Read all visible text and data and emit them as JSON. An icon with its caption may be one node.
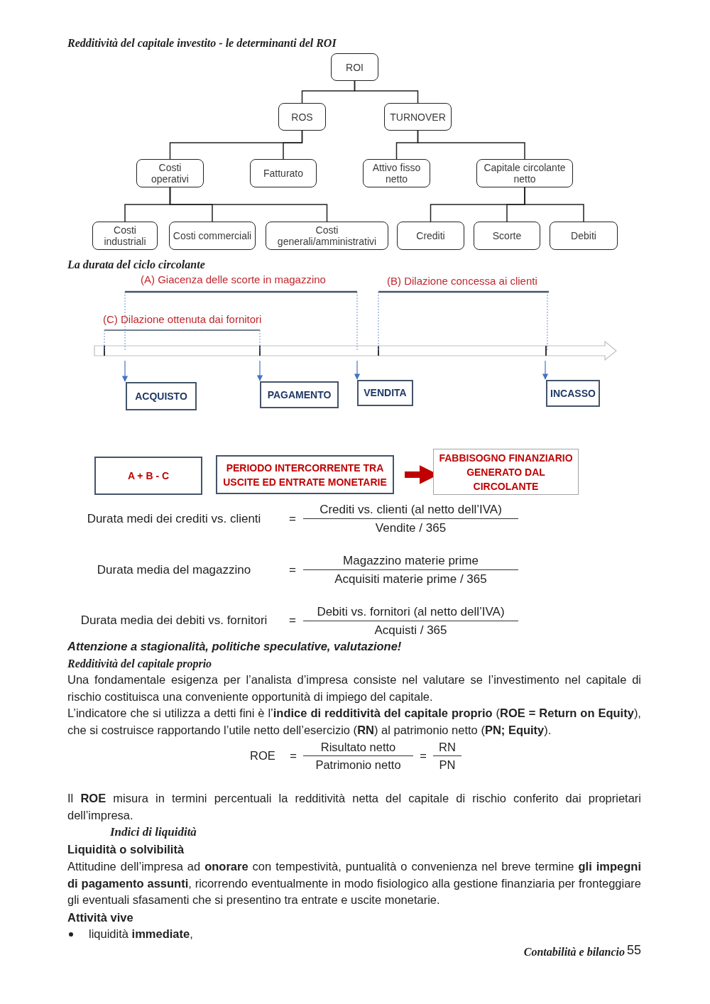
{
  "diagram": {
    "title": "Redditività del capitale investito - le determinanti del ROI",
    "nodes": [
      {
        "text": [
          "ROI"
        ]
      },
      {
        "text": [
          "ROS"
        ]
      },
      {
        "text": [
          "TURNOVER"
        ]
      },
      {
        "text": [
          "Costi operativi"
        ]
      },
      {
        "text": [
          "Fatturato"
        ]
      },
      {
        "text": [
          "Attivo fisso netto"
        ]
      },
      {
        "text": [
          "Capitale circolante netto"
        ]
      },
      {
        "text": [
          "Costi industriali"
        ]
      },
      {
        "text": [
          "Costi commerciali"
        ]
      },
      {
        "text": [
          "Costi generali/amministrativi"
        ]
      },
      {
        "text": [
          "Crediti"
        ]
      },
      {
        "text": [
          "Scorte"
        ]
      },
      {
        "text": [
          "Debiti"
        ]
      },
      {
        "text": [
          "ACQUISTO"
        ]
      },
      {
        "text": [
          "PAGAMENTO"
        ]
      },
      {
        "text": [
          "VENDITA"
        ]
      },
      {
        "text": [
          "INCASSO"
        ]
      },
      {
        "text": [
          "A + B - C"
        ]
      },
      {
        "text": [
          "PERIODO INTERCORRENTE TRA USCITE ED ENTRATE MONETARIE"
        ]
      },
      {
        "text": [
          "FABBISOGNO FINANZIARIO GENERATO DAL CIRCOLANTE"
        ]
      }
    ],
    "edges": [
      {
        "from": 0,
        "to": 1,
        "arrow": "none"
      },
      {
        "from": 0,
        "to": 2,
        "arrow": "none"
      },
      {
        "from": 1,
        "to": 3,
        "arrow": "none"
      },
      {
        "from": 1,
        "to": 4,
        "arrow": "none"
      },
      {
        "from": 2,
        "to": 5,
        "arrow": "none"
      },
      {
        "from": 2,
        "to": 6,
        "arrow": "none"
      },
      {
        "from": 3,
        "to": 7,
        "arrow": "none"
      },
      {
        "from": 3,
        "to": 8,
        "arrow": "none"
      },
      {
        "from": 3,
        "to": 9,
        "arrow": "none"
      },
      {
        "from": 6,
        "to": 10,
        "arrow": "none"
      },
      {
        "from": 6,
        "to": 11,
        "arrow": "none"
      },
      {
        "from": 6,
        "to": 12,
        "arrow": "none"
      },
      {
        "from": null,
        "to": 13,
        "arrow": "to",
        "color": "#4472c4"
      },
      {
        "from": null,
        "to": 14,
        "arrow": "to",
        "color": "#4472c4"
      },
      {
        "from": null,
        "to": 15,
        "arrow": "to",
        "color": "#4472c4"
      },
      {
        "from": null,
        "to": 16,
        "arrow": "to",
        "color": "#4472c4"
      },
      {
        "from": 18,
        "to": 19,
        "arrow": "to",
        "style": "thick",
        "color": "#c00000"
      }
    ],
    "labels": [
      "La durata del ciclo circolante",
      "(A) Giacenza delle scorte in magazzino",
      "(B) Dilazione concessa ai clienti",
      "(C) Dilazione ottenuta dai fornitori",
      "Durata medi dei crediti vs. clienti",
      "=",
      "Crediti vs. clienti (al netto dell’IVA)",
      "Vendite / 365",
      "Durata media del magazzino",
      "=",
      "Magazzino materie prime",
      "Acquisiti materie prime / 365",
      "Durata media dei debiti vs. fornitori",
      "=",
      "Debiti vs. fornitori (al netto dell’IVA)",
      "Acquisti / 365",
      "Attenzione a stagionalità, politiche speculative, valutazione!",
      "Redditività del capitale proprio",
      "Una fondamentale esigenza per l’analista d’impresa consiste nel valutare se l’investimento nel capitale di rischio costituisca una conveniente opportunità di impiego del capitale.",
      "L’indicatore che si utilizza a detti fini è l’**indice di redditività del capitale proprio** (**ROE = Return on Equity**), che si costruisce rapportando l’utile netto dell’esercizio (**RN**) al patrimonio netto (**PN; Equity**).",
      "ROE",
      "=",
      "Risultato netto",
      "Patrimonio netto",
      "=",
      "RN",
      "PN",
      "Il **ROE** misura in termini percentuali la redditività netta del capitale di rischio conferito dai proprietari dell’impresa.",
      "Indici di liquidità",
      "Liquidità o solvibilità",
      "Attitudine dell’impresa ad **onorare** con tempestività, puntualità o convenienza nel breve termine **gli impegni di pagamento assunti**, ricorrendo eventualmente in modo fisiologico alla gestione finanziaria per fronteggiare gli eventuali sfasamenti che si presentino tra entrate e uscite monetarie.",
      "Attività vive",
      "liquidità **immediate**,",
      "Contabilità e bilancio",
      "55"
    ]
  }
}
